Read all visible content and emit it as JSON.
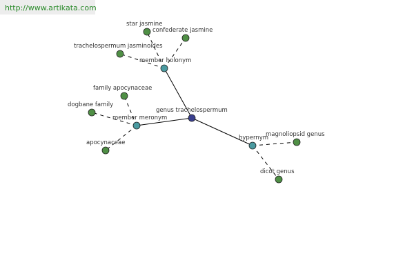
{
  "header": {
    "url": "http://www.artikata.com"
  },
  "colors": {
    "center_node": "#3a3f8f",
    "relation_node": "#4a9aa0",
    "word_node": "#4f8f45",
    "edge": "#000000",
    "label": "#333333",
    "url_text": "#2a8a2a"
  },
  "graph": {
    "center": {
      "id": "center",
      "label": "genus trachelospermum"
    },
    "relations": [
      {
        "id": "holonym",
        "label": "member holonym"
      },
      {
        "id": "meronym",
        "label": "member meronym"
      },
      {
        "id": "hypernym",
        "label": "hypernym"
      }
    ],
    "words": [
      {
        "id": "w1",
        "label": "star jasmine",
        "relation": "holonym"
      },
      {
        "id": "w2",
        "label": "confederate jasmine",
        "relation": "holonym"
      },
      {
        "id": "w3",
        "label": "trachelospermum jasminoides",
        "relation": "holonym"
      },
      {
        "id": "w4",
        "label": "family apocynaceae",
        "relation": "meronym"
      },
      {
        "id": "w5",
        "label": "dogbane family",
        "relation": "meronym"
      },
      {
        "id": "w6",
        "label": "apocynaceae",
        "relation": "meronym"
      },
      {
        "id": "w7",
        "label": "magnoliopsid genus",
        "relation": "hypernym"
      },
      {
        "id": "w8",
        "label": "dicot genus",
        "relation": "hypernym"
      }
    ]
  }
}
